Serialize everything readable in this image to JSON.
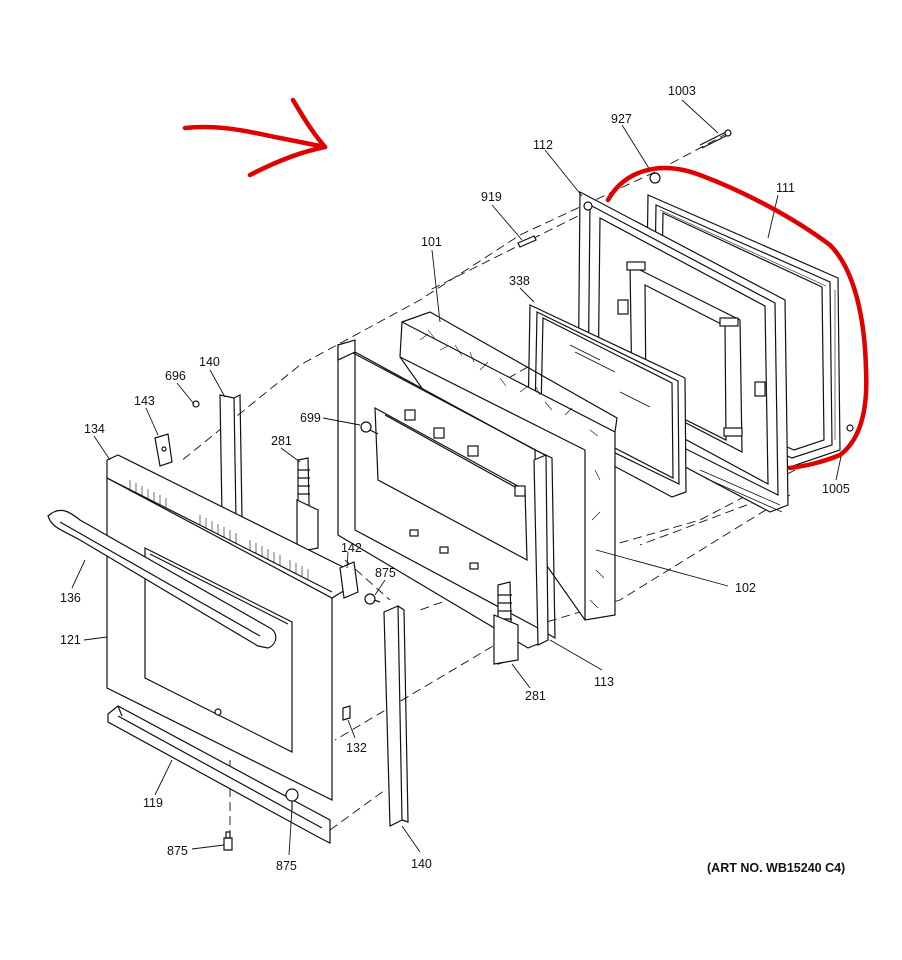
{
  "diagram": {
    "art_number": "(ART NO. WB15240 C4)",
    "colors": {
      "line": "#111111",
      "background": "#ffffff",
      "annotation": "#e00000"
    },
    "annotations": [
      "red-arrow",
      "red-circle-around-part-111"
    ],
    "callouts": [
      {
        "id": "c1003",
        "label": "1003"
      },
      {
        "id": "c927",
        "label": "927"
      },
      {
        "id": "c112",
        "label": "112"
      },
      {
        "id": "c111",
        "label": "111"
      },
      {
        "id": "c919",
        "label": "919"
      },
      {
        "id": "c101",
        "label": "101"
      },
      {
        "id": "c338",
        "label": "338"
      },
      {
        "id": "c140a",
        "label": "140"
      },
      {
        "id": "c696",
        "label": "696"
      },
      {
        "id": "c143",
        "label": "143"
      },
      {
        "id": "c699",
        "label": "699"
      },
      {
        "id": "c134",
        "label": "134"
      },
      {
        "id": "c281a",
        "label": "281"
      },
      {
        "id": "c1005",
        "label": "1005"
      },
      {
        "id": "c142",
        "label": "142"
      },
      {
        "id": "c875a",
        "label": "875"
      },
      {
        "id": "c102",
        "label": "102"
      },
      {
        "id": "c136",
        "label": "136"
      },
      {
        "id": "c121",
        "label": "121"
      },
      {
        "id": "c113",
        "label": "113"
      },
      {
        "id": "c281b",
        "label": "281"
      },
      {
        "id": "c132",
        "label": "132"
      },
      {
        "id": "c119",
        "label": "119"
      },
      {
        "id": "c875b",
        "label": "875"
      },
      {
        "id": "c875c",
        "label": "875"
      },
      {
        "id": "c140b",
        "label": "140"
      }
    ]
  }
}
